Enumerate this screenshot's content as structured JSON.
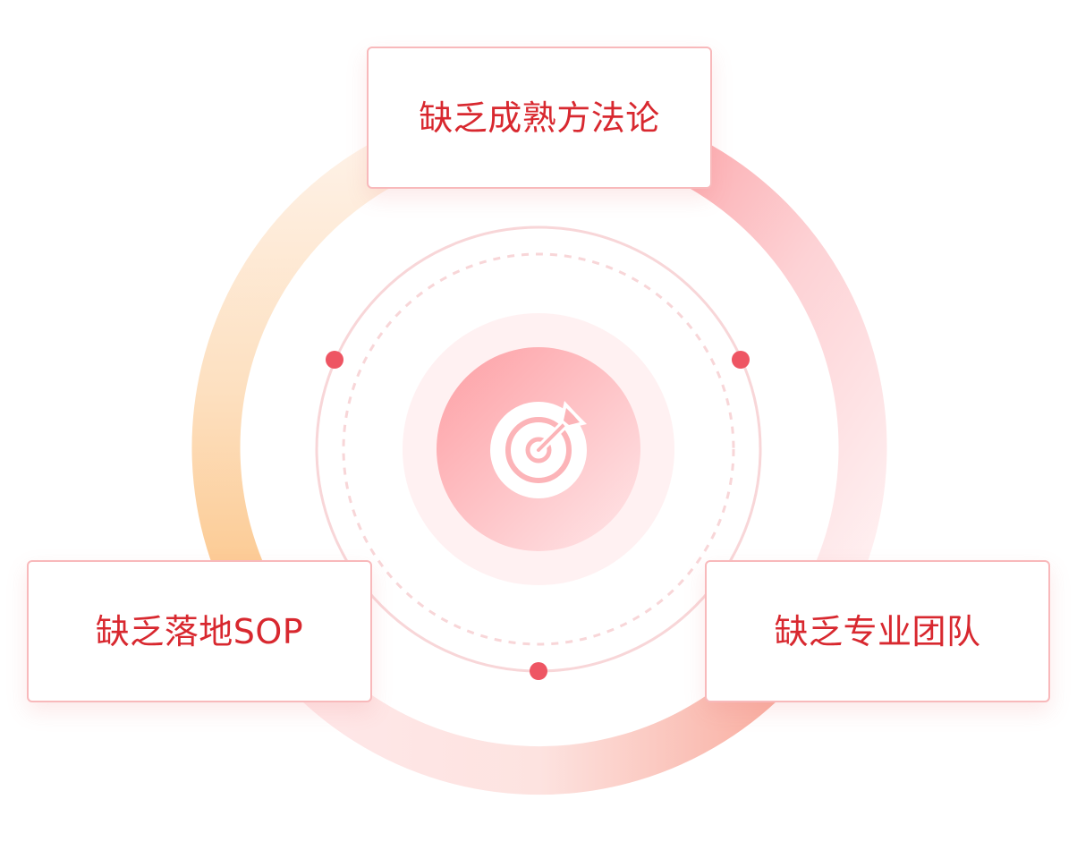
{
  "diagram": {
    "center_icon": "target-arrow-icon",
    "colors": {
      "label_red": "#d8282f",
      "ring_red": "#f99aa0",
      "ring_orange": "#fdc98d",
      "node_dot": "#ee5563",
      "card_border": "#f8b9bb"
    },
    "cards": {
      "top": "缺乏成熟方法论",
      "left": "缺乏落地SOP",
      "right": "缺乏专业团队"
    }
  }
}
